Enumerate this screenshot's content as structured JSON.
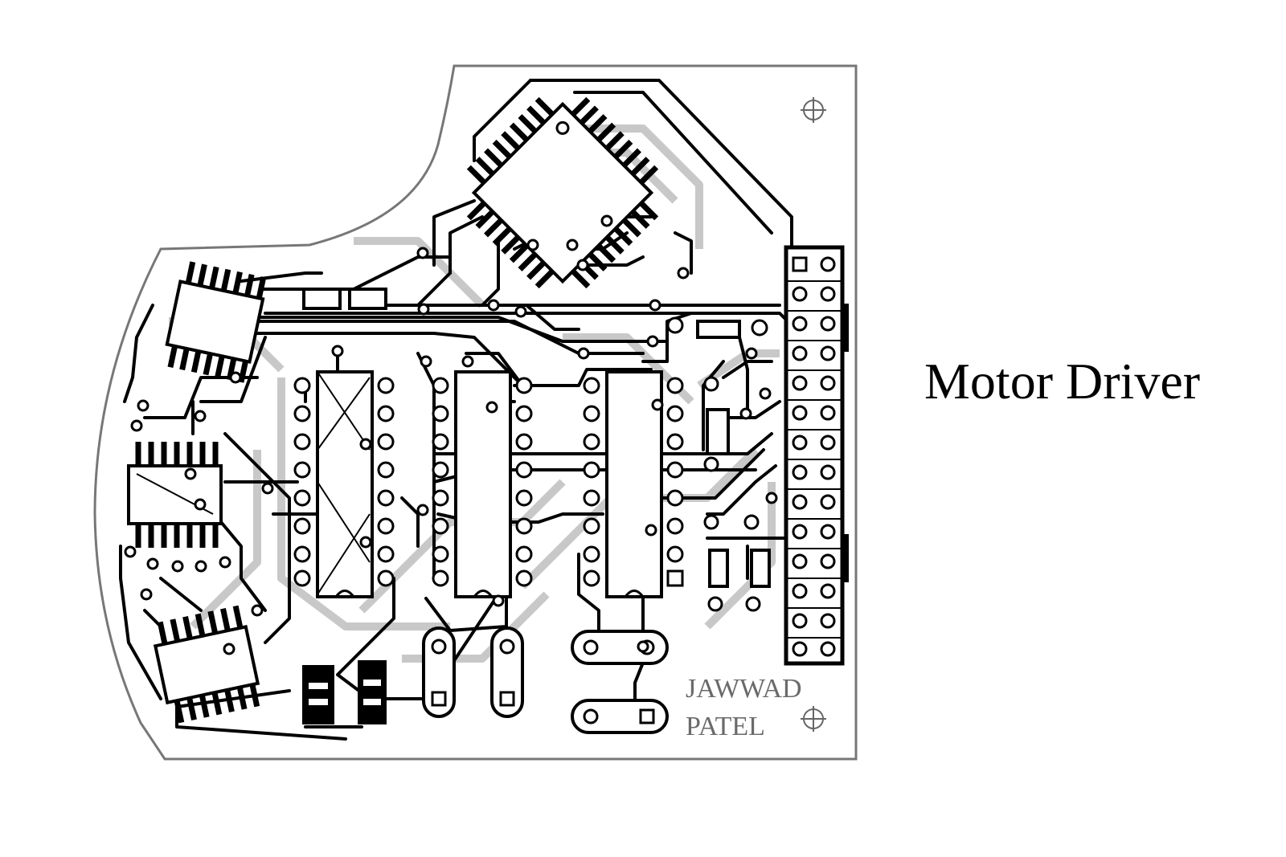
{
  "caption": "Motor Driver",
  "board": {
    "silkscreen_line1": "JAWWAD",
    "silkscreen_line2": "PATEL"
  },
  "colors": {
    "copper": "#000000",
    "outline": "#777777",
    "bottom_layer": "#c8c8c8",
    "background": "#ffffff"
  }
}
